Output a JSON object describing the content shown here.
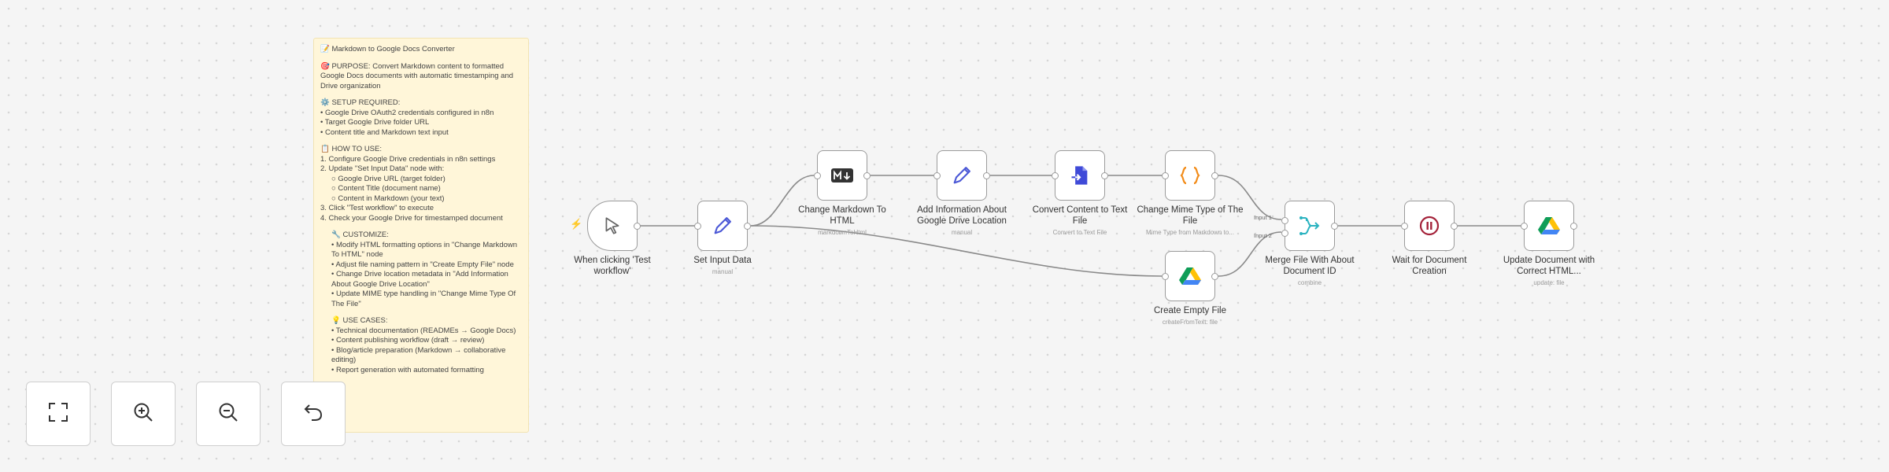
{
  "sticky": {
    "title": "📝 Markdown to Google Docs Converter",
    "purpose": "🎯 PURPOSE: Convert Markdown content to formatted Google Docs documents with automatic timestamping and Drive organization",
    "setup_heading": "⚙️ SETUP REQUIRED:",
    "setup": [
      "• Google Drive OAuth2 credentials configured in n8n",
      "• Target Google Drive folder URL",
      "• Content title and Markdown text input"
    ],
    "howto_heading": "📋 HOW TO USE:",
    "howto_1": "1. Configure Google Drive credentials in n8n settings",
    "howto_2": "2. Update \"Set Input Data\" node with:",
    "howto_sub": [
      "○ Google Drive URL (target folder)",
      "○ Content Title (document name)",
      "○ Content in Markdown (your text)"
    ],
    "howto_3": "3. Click \"Test workflow\" to execute",
    "howto_4": "4. Check your Google Drive for timestamped document",
    "custom_heading": "🔧 CUSTOMIZE:",
    "custom": [
      "• Modify HTML formatting options in \"Change Markdown To HTML\" node",
      "• Adjust file naming pattern in \"Create Empty File\" node",
      "• Change Drive location metadata in \"Add Information About Google Drive Location\"",
      "• Update MIME type handling in \"Change Mime Type Of The File\""
    ],
    "use_heading": "💡 USE CASES:",
    "use": [
      "• Technical documentation (READMEs → Google Docs)",
      "• Content publishing workflow (draft → review)",
      "• Blog/article preparation (Markdown → collaborative editing)",
      "• Report generation with automated formatting"
    ]
  },
  "nodes": {
    "trigger": {
      "label": "When clicking 'Test workflow'",
      "icon": "cursor-icon"
    },
    "set_input": {
      "label": "Set Input Data",
      "sub": "manual",
      "icon": "pencil-icon"
    },
    "markdown": {
      "label": "Change Markdown To HTML",
      "sub": "markdownToHtml",
      "icon": "markdown-icon"
    },
    "add_info": {
      "label": "Add Information About Google Drive Location",
      "sub": "manual",
      "icon": "pencil-icon"
    },
    "convert": {
      "label": "Convert Content to Text File",
      "sub": "Convert to Text File",
      "icon": "file-convert-icon"
    },
    "mime": {
      "label": "Change Mime Type of The File",
      "sub": "Mime Type from Markdown to...",
      "icon": "code-braces-icon"
    },
    "create": {
      "label": "Create Empty File",
      "sub": "createFromText: file",
      "icon": "google-drive-icon"
    },
    "merge": {
      "label": "Merge File With About Document ID",
      "sub": "combine",
      "icon": "merge-icon"
    },
    "wait": {
      "label": "Wait for Document Creation",
      "icon": "pause-icon"
    },
    "update": {
      "label": "Update Document with Correct HTML...",
      "sub": "update: file",
      "icon": "google-drive-icon"
    }
  },
  "merge_inputs": {
    "input1": "Input 1",
    "input2": "Input 2"
  },
  "controls": [
    "fit-view-button",
    "zoom-in-button",
    "zoom-out-button",
    "undo-button"
  ],
  "colors": {
    "sticky_bg": "#fff6d9",
    "pencil": "#4a57d6",
    "convert": "#3f4ad8",
    "braces": "#f28b18",
    "merge": "#2bb3c0",
    "wait": "#a4223a"
  }
}
